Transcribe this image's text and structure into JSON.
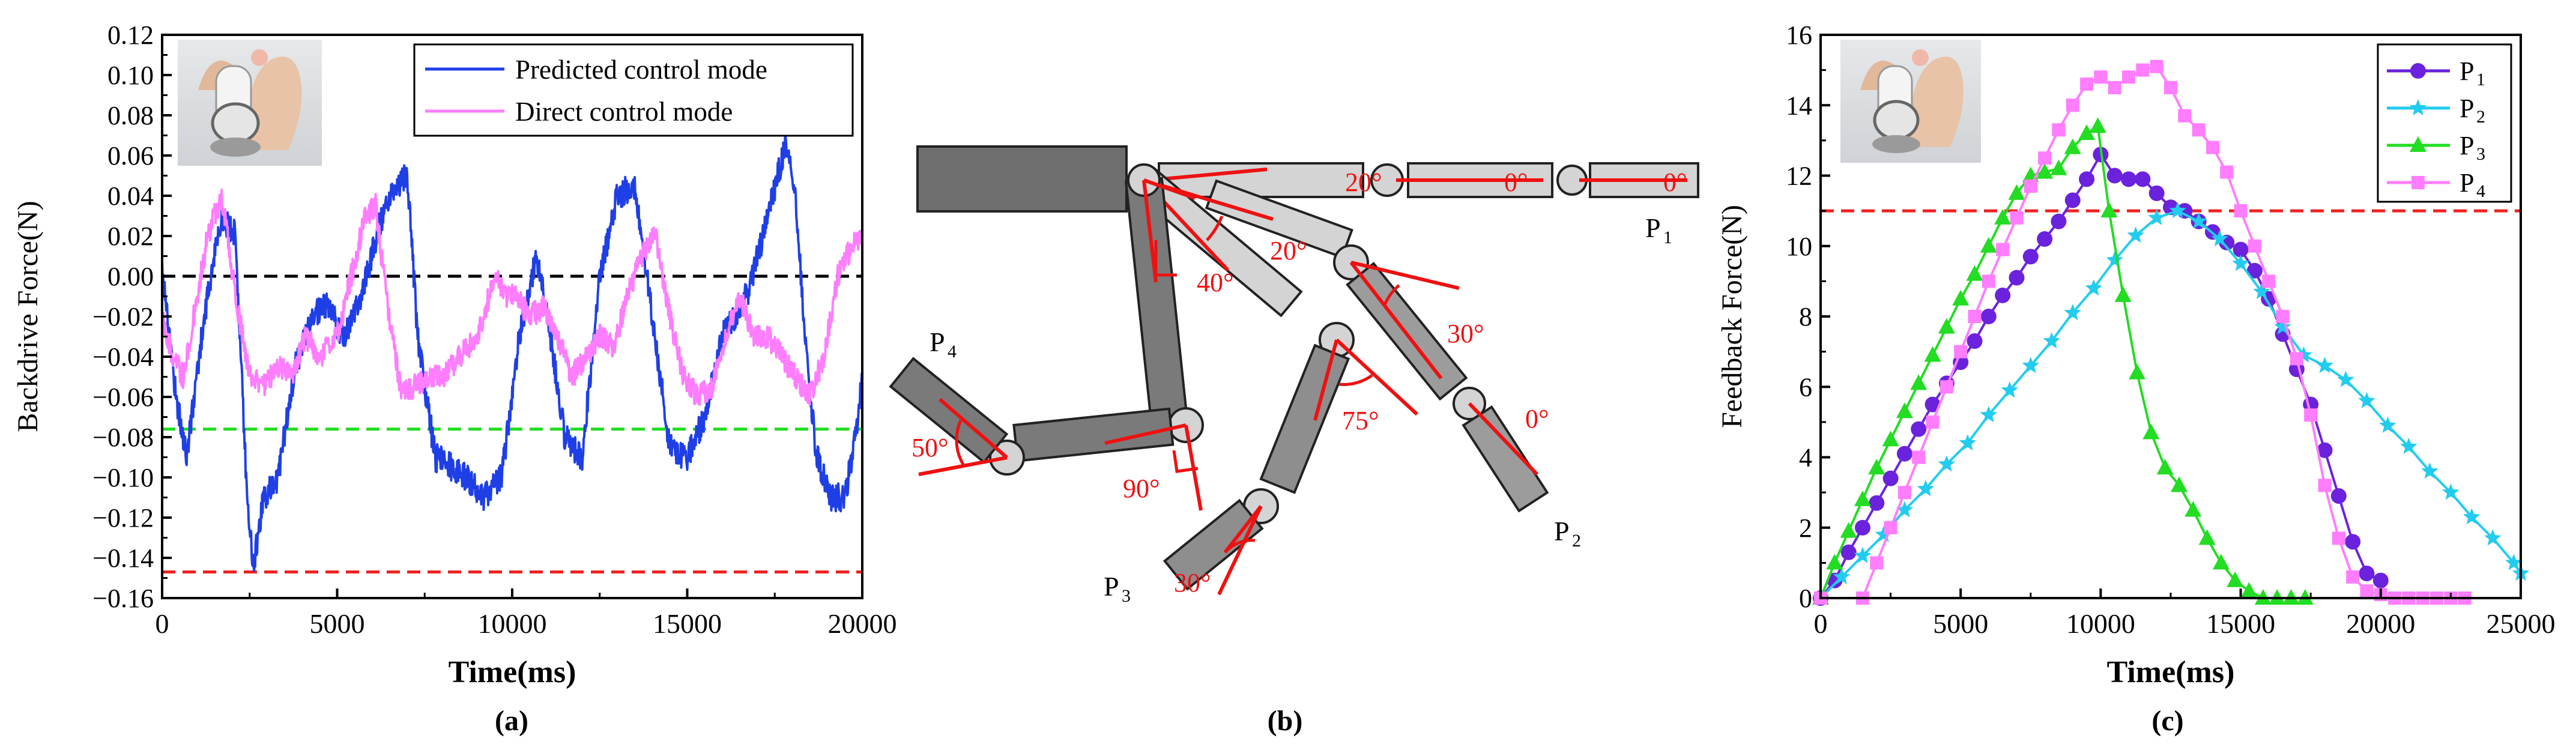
{
  "panels": {
    "a": {
      "label": "(a)"
    },
    "b": {
      "label": "(b)"
    },
    "c": {
      "label": "(c)"
    }
  },
  "chart_data": [
    {
      "id": "a",
      "type": "line",
      "xlabel": "Time(ms)",
      "ylabel": "Backdrive Force(N)",
      "xlim": [
        0,
        20000
      ],
      "ylim": [
        -0.16,
        0.12
      ],
      "xticks": [
        0,
        5000,
        10000,
        15000,
        20000
      ],
      "xtick_labels": [
        "0",
        "5000",
        "10000",
        "15000",
        "20000"
      ],
      "yticks": [
        -0.16,
        -0.14,
        -0.12,
        -0.1,
        -0.08,
        -0.06,
        -0.04,
        -0.02,
        0.0,
        0.02,
        0.04,
        0.06,
        0.08,
        0.1,
        0.12
      ],
      "ytick_labels": [
        "−0.16",
        "−0.14",
        "−0.12",
        "−0.10",
        "−0.08",
        "−0.06",
        "−0.04",
        "−0.02",
        "0.00",
        "0.02",
        "0.04",
        "0.06",
        "0.08",
        "0.10",
        "0.12"
      ],
      "legend": "top-right",
      "grid": false,
      "series": [
        {
          "name": "Predicted control mode",
          "color": "#1f3fe6",
          "noise": 0.007,
          "x": [
            0,
            400,
            700,
            1200,
            1700,
            2100,
            2400,
            2600,
            2900,
            3300,
            3800,
            4300,
            4700,
            5200,
            5700,
            6200,
            6700,
            7000,
            7300,
            7800,
            8300,
            8700,
            9200,
            9700,
            10200,
            10700,
            11100,
            11500,
            12000,
            12500,
            13000,
            13500,
            14000,
            14500,
            15000,
            15500,
            16000,
            16400,
            16800,
            17300,
            17800,
            18100,
            18400,
            18700,
            19100,
            19500,
            19800,
            20000
          ],
          "y": [
            0.005,
            -0.06,
            -0.09,
            -0.02,
            0.03,
            0.02,
            -0.1,
            -0.145,
            -0.11,
            -0.1,
            -0.045,
            -0.02,
            -0.015,
            -0.03,
            -0.01,
            0.025,
            0.045,
            0.05,
            -0.03,
            -0.09,
            -0.095,
            -0.1,
            -0.11,
            -0.1,
            -0.03,
            0.01,
            -0.03,
            -0.08,
            -0.09,
            0.0,
            0.04,
            0.045,
            -0.02,
            -0.085,
            -0.09,
            -0.07,
            -0.03,
            -0.02,
            -0.005,
            0.03,
            0.065,
            0.04,
            -0.04,
            -0.09,
            -0.11,
            -0.11,
            -0.08,
            -0.05
          ]
        },
        {
          "name": "Direct control mode",
          "color": "#ff7dff",
          "noise": 0.006,
          "x": [
            0,
            300,
            600,
            900,
            1300,
            1700,
            2100,
            2500,
            2900,
            3300,
            3700,
            4100,
            4500,
            5000,
            5400,
            5800,
            6100,
            6400,
            6800,
            7200,
            7600,
            8000,
            8500,
            9000,
            9500,
            9800,
            10100,
            10500,
            10900,
            11300,
            11700,
            12100,
            12500,
            12900,
            13300,
            13700,
            14100,
            14500,
            14900,
            15300,
            15700,
            16100,
            16500,
            16900,
            17300,
            17700,
            18100,
            18500,
            18900,
            19300,
            19700,
            20000
          ],
          "y": [
            -0.02,
            -0.04,
            -0.05,
            -0.02,
            0.02,
            0.04,
            -0.01,
            -0.05,
            -0.055,
            -0.045,
            -0.05,
            -0.03,
            -0.04,
            -0.03,
            0.0,
            0.03,
            0.035,
            -0.01,
            -0.055,
            -0.055,
            -0.05,
            -0.05,
            -0.04,
            -0.03,
            0.0,
            -0.01,
            -0.01,
            -0.02,
            -0.015,
            -0.03,
            -0.05,
            -0.04,
            -0.03,
            -0.035,
            -0.01,
            0.01,
            0.02,
            -0.02,
            -0.05,
            -0.06,
            -0.055,
            -0.03,
            -0.01,
            -0.03,
            -0.03,
            -0.04,
            -0.05,
            -0.06,
            -0.04,
            0.0,
            0.015,
            0.02
          ]
        }
      ],
      "reference_lines": [
        {
          "y": 0.0,
          "color": "#000000"
        },
        {
          "y": -0.076,
          "color": "#22dd22"
        },
        {
          "y": -0.147,
          "color": "#ee2222"
        }
      ],
      "inset": {
        "type": "photo",
        "subject": "finger-in-ring-device"
      }
    },
    {
      "id": "c",
      "type": "line",
      "xlabel": "Time(ms)",
      "ylabel": "Feedback Force(N)",
      "xlim": [
        0,
        25000
      ],
      "ylim": [
        0,
        16
      ],
      "xticks": [
        0,
        5000,
        10000,
        15000,
        20000,
        25000
      ],
      "xtick_labels": [
        "0",
        "5000",
        "10000",
        "15000",
        "20000",
        "25000"
      ],
      "yticks": [
        0,
        2,
        4,
        6,
        8,
        10,
        12,
        14,
        16
      ],
      "ytick_labels": [
        "0",
        "2",
        "4",
        "6",
        "8",
        "10",
        "12",
        "14",
        "16"
      ],
      "legend": "top-right",
      "grid": false,
      "series": [
        {
          "name": "P",
          "sub": "1",
          "color": "#6a22dd",
          "marker": "circle",
          "x": [
            0,
            500,
            1000,
            1500,
            2000,
            2500,
            3000,
            3500,
            4000,
            4500,
            5000,
            5500,
            6000,
            6500,
            7000,
            7500,
            8000,
            8500,
            9000,
            9500,
            10000,
            10500,
            11000,
            11500,
            12000,
            12500,
            13000,
            13500,
            14000,
            14500,
            15000,
            15500,
            16000,
            16500,
            17000,
            17500,
            18000,
            18500,
            19000,
            19500,
            20000
          ],
          "y": [
            0,
            0.5,
            1.3,
            2.0,
            2.7,
            3.4,
            4.1,
            4.8,
            5.5,
            6.1,
            6.7,
            7.3,
            8.0,
            8.6,
            9.1,
            9.7,
            10.2,
            10.7,
            11.3,
            11.9,
            12.6,
            12.0,
            11.9,
            11.9,
            11.5,
            11.1,
            11.0,
            10.7,
            10.4,
            10.1,
            9.9,
            9.3,
            8.5,
            7.5,
            6.5,
            5.5,
            4.2,
            2.9,
            1.6,
            0.7,
            0.5
          ]
        },
        {
          "name": "P",
          "sub": "2",
          "color": "#22ccee",
          "marker": "star",
          "x": [
            0,
            750,
            1500,
            2250,
            3000,
            3750,
            4500,
            5250,
            6000,
            6750,
            7500,
            8250,
            9000,
            9750,
            10500,
            11250,
            12000,
            12750,
            13500,
            14250,
            15000,
            15750,
            16500,
            17250,
            18000,
            18750,
            19500,
            20250,
            21000,
            21750,
            22500,
            23250,
            24000,
            24750,
            25000
          ],
          "y": [
            0,
            0.6,
            1.2,
            1.8,
            2.5,
            3.1,
            3.8,
            4.4,
            5.2,
            5.9,
            6.6,
            7.3,
            8.1,
            8.8,
            9.6,
            10.3,
            10.8,
            11.0,
            10.7,
            10.2,
            9.5,
            8.7,
            7.7,
            6.9,
            6.6,
            6.2,
            5.6,
            4.9,
            4.3,
            3.6,
            3.0,
            2.3,
            1.7,
            1.0,
            0.7
          ]
        },
        {
          "name": "P",
          "sub": "3",
          "color": "#22dd22",
          "marker": "triangle",
          "x": [
            0,
            500,
            1000,
            1500,
            2000,
            2500,
            3000,
            3500,
            4000,
            4500,
            5000,
            5500,
            6000,
            6500,
            7000,
            7500,
            8000,
            8500,
            9000,
            9500,
            9900,
            10300,
            10800,
            11300,
            11800,
            12300,
            12800,
            13300,
            13800,
            14300,
            14800,
            15300,
            15800,
            16300,
            16800,
            17300
          ],
          "y": [
            0,
            1.0,
            1.9,
            2.8,
            3.7,
            4.5,
            5.3,
            6.1,
            6.9,
            7.7,
            8.5,
            9.2,
            10.0,
            10.8,
            11.5,
            12.0,
            12.1,
            12.2,
            12.8,
            13.2,
            13.4,
            11.0,
            8.6,
            6.4,
            4.7,
            3.7,
            3.2,
            2.5,
            1.7,
            1.0,
            0.5,
            0.2,
            0.0,
            0.0,
            0.0,
            0.0
          ]
        },
        {
          "name": "P",
          "sub": "4",
          "color": "#ff7dff",
          "marker": "square",
          "x": [
            0,
            1500,
            2000,
            2500,
            3000,
            3500,
            4000,
            4500,
            5000,
            5500,
            6000,
            6500,
            7000,
            7500,
            8000,
            8500,
            9000,
            9500,
            10000,
            10500,
            11000,
            11500,
            12000,
            12500,
            13000,
            13500,
            14000,
            14500,
            15000,
            15500,
            16000,
            16500,
            17000,
            17500,
            18000,
            18500,
            19000,
            19500,
            20000,
            20500,
            21000,
            21500,
            22000,
            22500,
            23000
          ],
          "y": [
            0,
            0,
            1.0,
            2.0,
            3.0,
            4.0,
            5.0,
            6.0,
            7.0,
            8.0,
            9.0,
            9.9,
            10.8,
            11.7,
            12.5,
            13.3,
            14.0,
            14.6,
            14.8,
            14.5,
            14.8,
            15.0,
            15.1,
            14.5,
            13.7,
            13.3,
            12.8,
            12.1,
            11.0,
            10.0,
            9.0,
            8.0,
            6.8,
            5.2,
            3.2,
            1.7,
            0.6,
            0.2,
            0.1,
            0.0,
            0.0,
            0.0,
            0.0,
            0.0,
            0.0
          ]
        }
      ],
      "reference_lines": [
        {
          "y": 11.0,
          "color": "#ee2222"
        }
      ],
      "inset": {
        "type": "photo",
        "subject": "finger-in-ring-device"
      }
    }
  ],
  "diagram": {
    "point_labels": {
      "p1": "P",
      "p2": "P",
      "p3": "P",
      "p4": "P",
      "sub1": "1",
      "sub2": "2",
      "sub3": "3",
      "sub4": "4"
    },
    "angles": {
      "p1_j1": "20°",
      "p1_j2": "0°",
      "p1_j3": "0°",
      "p2_j0": "40°",
      "p2_j1": "20°",
      "p2_j2": "30°",
      "p2_j3": "0°",
      "p3_j1": "75°",
      "p3_j2": "30°",
      "p4_j1": "90°",
      "p4_j2": "50°"
    },
    "colors": {
      "base": "#6e6e6e",
      "phalanx_dark": "#7a7a7a",
      "phalanx_light": "#d4d4d4",
      "angle_mark": "#ee1111"
    }
  }
}
